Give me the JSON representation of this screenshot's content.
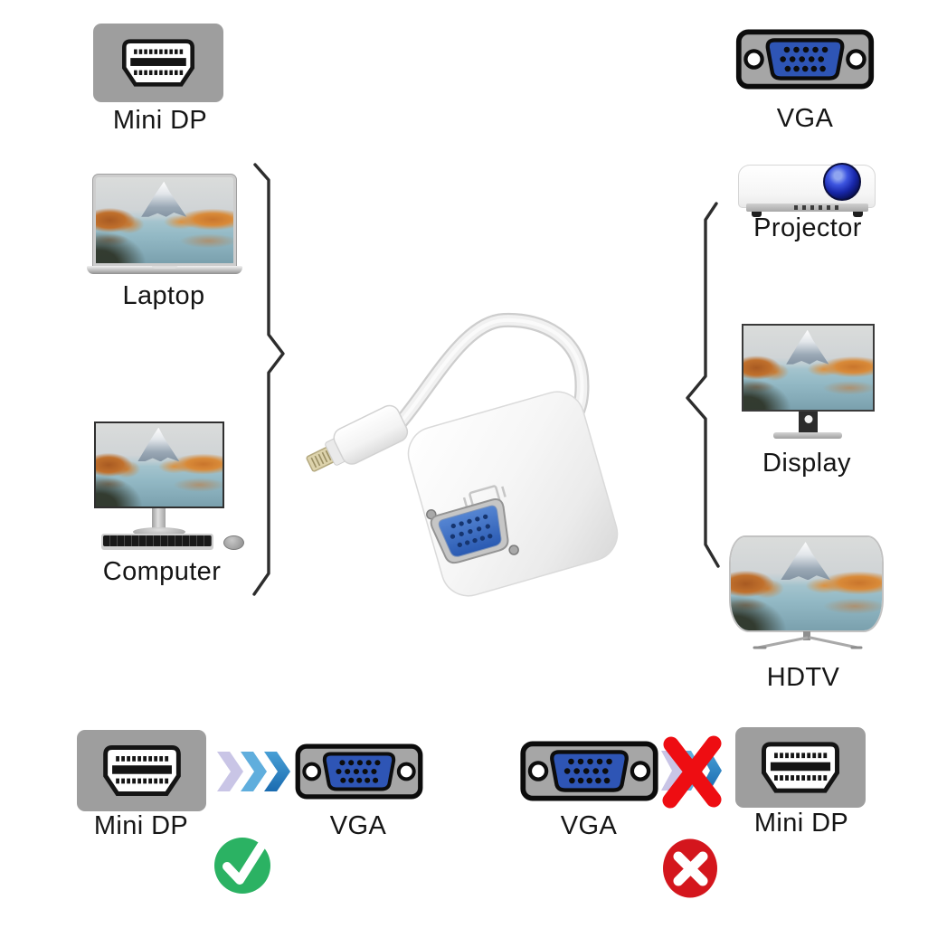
{
  "top_connectors": {
    "mini_dp": {
      "label": "Mini DP",
      "icon": "mini-dp-port-icon"
    },
    "vga": {
      "label": "VGA",
      "icon": "vga-connector-icon"
    }
  },
  "source_devices": [
    {
      "label": "Laptop",
      "icon": "laptop-icon"
    },
    {
      "label": "Computer",
      "icon": "computer-icon"
    }
  ],
  "output_devices": [
    {
      "label": "Projector",
      "icon": "projector-icon"
    },
    {
      "label": "Display",
      "icon": "display-icon"
    },
    {
      "label": "HDTV",
      "icon": "hdtv-icon"
    }
  ],
  "adapter": {
    "icon": "mini-dp-to-vga-adapter-cable-photo"
  },
  "compatibility": {
    "correct": {
      "from": "Mini DP",
      "to": "VGA",
      "allowed": true,
      "indicator": "check-mark-icon",
      "arrow": "triple-chevron-right-icon"
    },
    "incorrect": {
      "from": "VGA",
      "to": "Mini DP",
      "allowed": false,
      "indicator": "cross-mark-icon",
      "arrow": "triple-chevron-right-crossed-icon"
    }
  },
  "colors": {
    "background": "#ffffff",
    "connector_block_gray": "#9e9e9e",
    "vga_blue": "#2e55b5",
    "chevron_lavender": "#c9c5e6",
    "chevron_light_blue": "#60aedd",
    "chevron_dark_blue": "#2e7fc0",
    "check_green": "#2bb263",
    "cross_red": "#d4161d",
    "big_x_red": "#ee0d12",
    "brace_dark": "#2d2d2d"
  }
}
